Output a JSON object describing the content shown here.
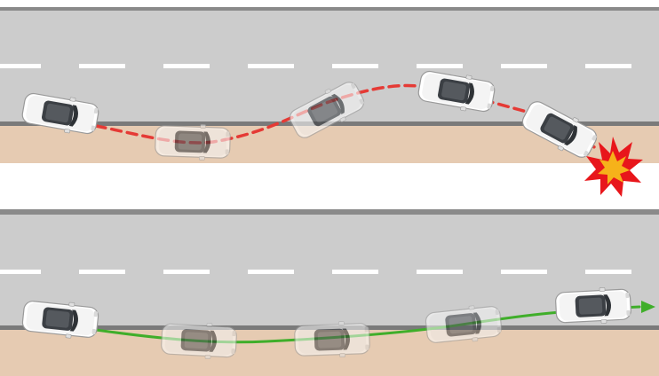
{
  "panels": [
    {
      "id": "top",
      "outcome": "crash",
      "path_color": "#e53a35",
      "path_style": "dashed",
      "end_marker": "explosion-icon"
    },
    {
      "id": "bottom",
      "outcome": "recovered",
      "path_color": "#3fae2a",
      "path_style": "solid",
      "end_marker": "arrow-icon"
    }
  ],
  "colors": {
    "asphalt": "#cccccc",
    "curb": "#7a7a7a",
    "shoulder": "#e6cbb2",
    "lane_marking": "#ffffff",
    "car_body": "#ffffff",
    "car_glass": "#3b3f44",
    "explosion_outer": "#e8161b",
    "explosion_inner": "#f6b21a"
  }
}
